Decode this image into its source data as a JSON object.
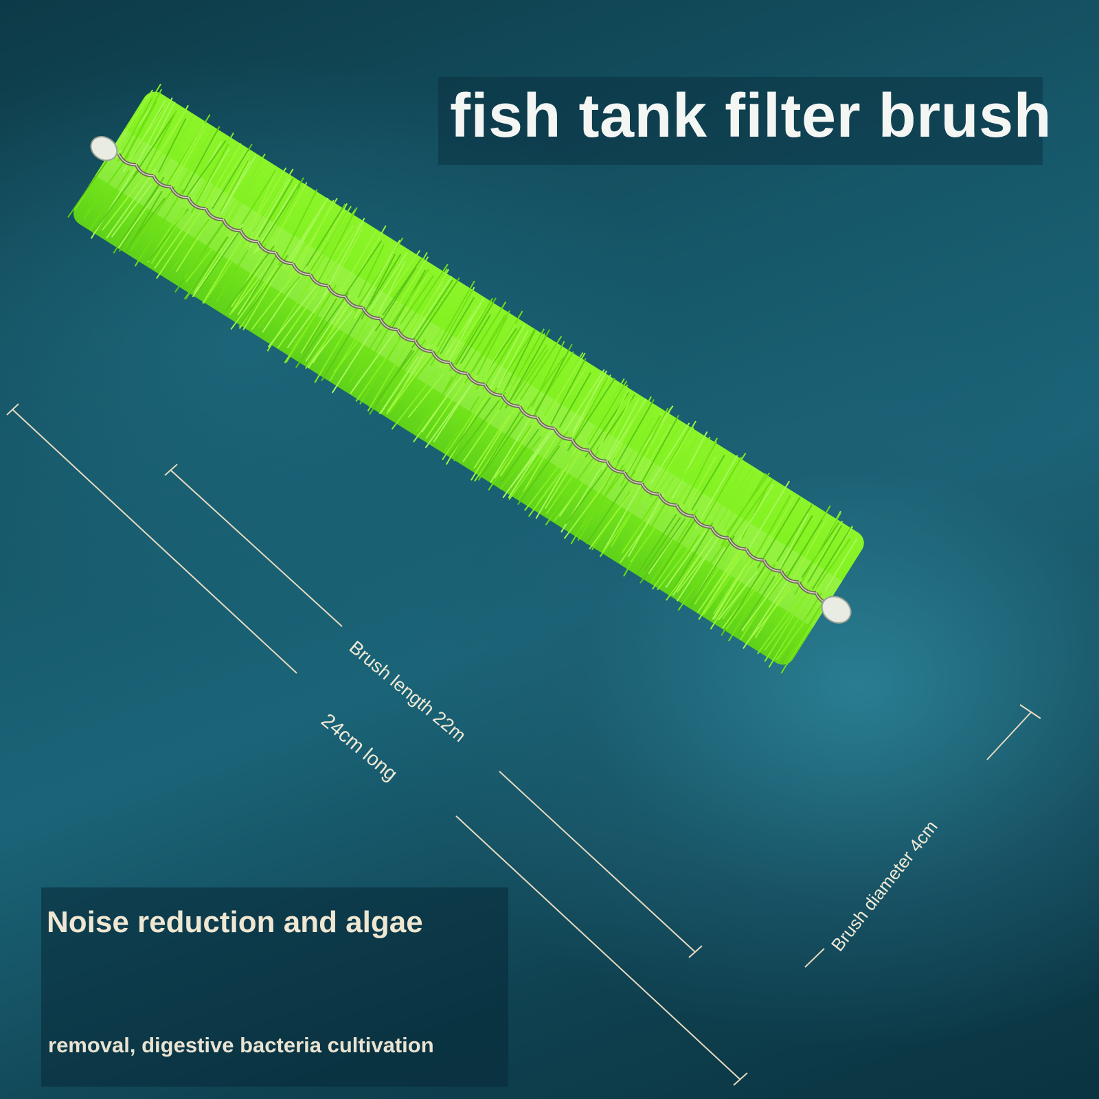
{
  "title": "fish tank filter brush",
  "feature_line1": "Noise reduction and algae",
  "feature_line2": "removal, digestive bacteria cultivation",
  "dimensions": {
    "brush_length_label": "Brush length 22m",
    "total_length_label": "24cm long",
    "diameter_label": "Brush diameter 4cm"
  },
  "colors": {
    "bristle": "#7df01c",
    "background": "#145a6c",
    "dimension_line": "#e8dcc0"
  }
}
